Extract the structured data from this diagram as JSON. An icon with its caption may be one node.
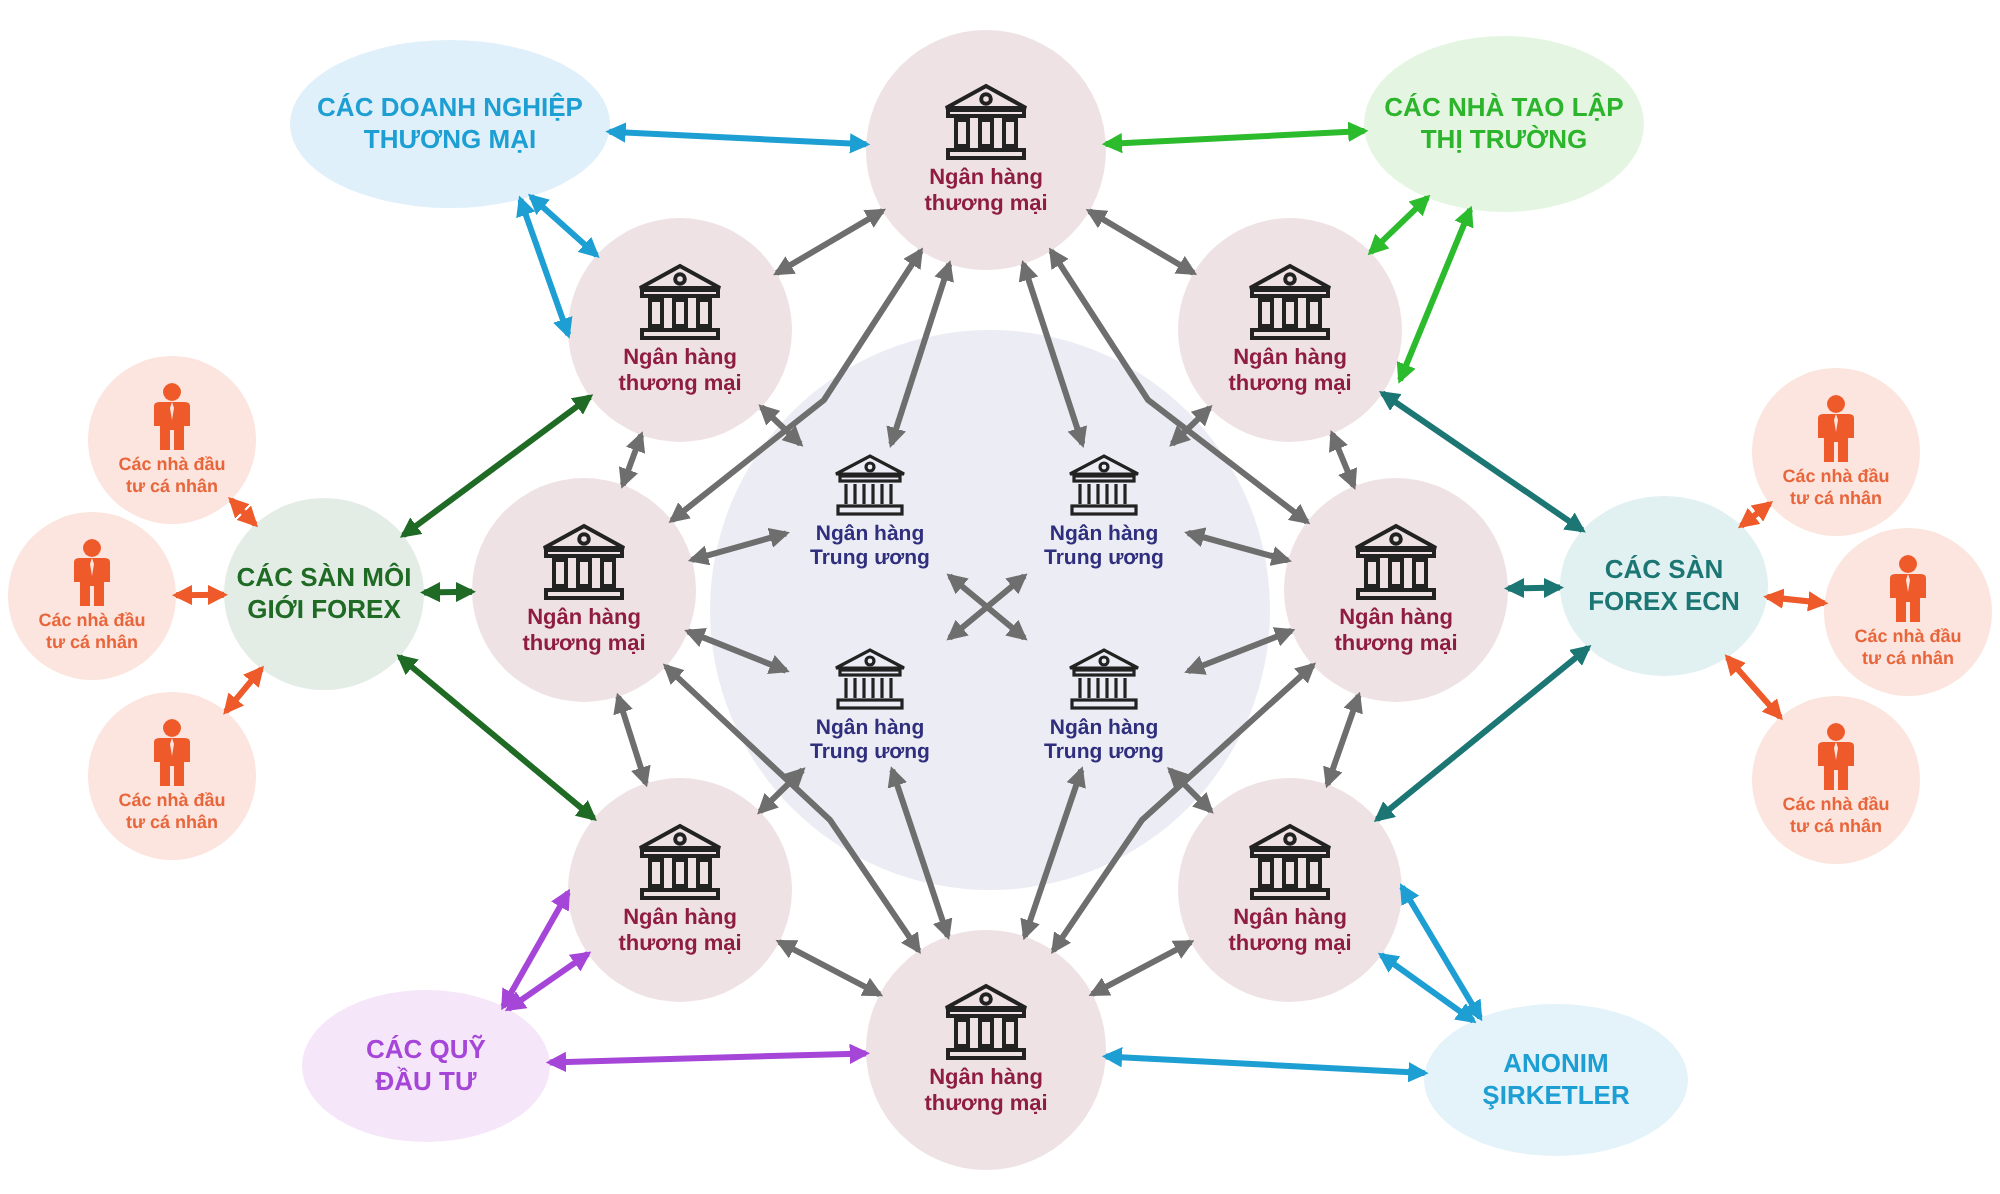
{
  "diagram": {
    "nodes": [
      {
        "text": [
          "CÁC DOANH NGHIỆP THƯƠNG MẠI"
        ]
      },
      {
        "text": [
          "CÁC NHÀ TAO LẬP THỊ TRƯỜNG"
        ]
      },
      {
        "text": [
          "Ngân hàng thương mại"
        ]
      },
      {
        "text": [
          "Ngân hàng thương mại"
        ]
      },
      {
        "text": [
          "Ngân hàng thương mại"
        ]
      },
      {
        "text": [
          "Ngân hàng thương mại"
        ]
      },
      {
        "text": [
          "Ngân hàng thương mại"
        ]
      },
      {
        "text": [
          "Ngân hàng thương mại"
        ]
      },
      {
        "text": [
          "Ngân hàng thương mại"
        ]
      },
      {
        "text": [
          "Ngân hàng thương mại"
        ]
      },
      {
        "text": [],
        "shape": "circle"
      },
      {
        "text": [
          "Ngân hàng Trung ương"
        ],
        "in": 10
      },
      {
        "text": [
          "Ngân hàng Trung ương"
        ],
        "in": 10
      },
      {
        "text": [
          "Ngân hàng Trung ương"
        ],
        "in": 10
      },
      {
        "text": [
          "Ngân hàng Trung ương"
        ],
        "in": 10
      },
      {
        "text": [
          "CÁC SÀN MÔI GIỚI FOREX"
        ]
      },
      {
        "text": [
          "CÁC SÀN FOREX ECN"
        ]
      },
      {
        "text": [
          "CÁC QUỸ ĐẦU TƯ"
        ]
      },
      {
        "text": [
          "ANONIM ŞIRKETLER"
        ]
      },
      {
        "text": [
          "Các nhà đầu tư cá nhân"
        ]
      },
      {
        "text": [
          "Các nhà đầu tư cá nhân"
        ]
      },
      {
        "text": [
          "Các nhà đầu tư cá nhân"
        ]
      },
      {
        "text": [
          "Các nhà đầu tư cá nhân"
        ]
      },
      {
        "text": [
          "Các nhà đầu tư cá nhân"
        ]
      },
      {
        "text": [
          "Các nhà đầu tư cá nhân"
        ]
      }
    ],
    "edges": [
      {
        "from": 0,
        "to": 2,
        "arrow": "both",
        "color": "#1e9fd3"
      },
      {
        "from": 0,
        "to": 3,
        "arrow": "both",
        "color": "#1e9fd3"
      },
      {
        "from": 0,
        "to": 3,
        "arrow": "both",
        "color": "#1e9fd3"
      },
      {
        "from": 1,
        "to": 2,
        "arrow": "both",
        "color": "#2cbb2c"
      },
      {
        "from": 1,
        "to": 4,
        "arrow": "both",
        "color": "#2cbb2c"
      },
      {
        "from": 1,
        "to": 4,
        "arrow": "both",
        "color": "#2cbb2c"
      },
      {
        "from": 15,
        "to": 3,
        "arrow": "both",
        "color": "#1f6b25"
      },
      {
        "from": 15,
        "to": 5,
        "arrow": "both",
        "color": "#1f6b25"
      },
      {
        "from": 15,
        "to": 7,
        "arrow": "both",
        "color": "#1f6b25"
      },
      {
        "from": 16,
        "to": 4,
        "arrow": "both",
        "color": "#1b7674"
      },
      {
        "from": 16,
        "to": 6,
        "arrow": "both",
        "color": "#1b7674"
      },
      {
        "from": 16,
        "to": 8,
        "arrow": "both",
        "color": "#1b7674"
      },
      {
        "from": 17,
        "to": 7,
        "arrow": "both",
        "color": "#a646d8"
      },
      {
        "from": 17,
        "to": 9,
        "arrow": "both",
        "color": "#a646d8"
      },
      {
        "from": 17,
        "to": 7,
        "arrow": "both",
        "color": "#a646d8"
      },
      {
        "from": 18,
        "to": 8,
        "arrow": "both",
        "color": "#1e9fd3"
      },
      {
        "from": 18,
        "to": 9,
        "arrow": "both",
        "color": "#1e9fd3"
      },
      {
        "from": 18,
        "to": 8,
        "arrow": "both",
        "color": "#1e9fd3"
      },
      {
        "from": 19,
        "to": 15,
        "arrow": "both",
        "color": "#ee5a2a"
      },
      {
        "from": 20,
        "to": 15,
        "arrow": "both",
        "color": "#ee5a2a"
      },
      {
        "from": 21,
        "to": 15,
        "arrow": "both",
        "color": "#ee5a2a"
      },
      {
        "from": 22,
        "to": 16,
        "arrow": "both",
        "color": "#ee5a2a"
      },
      {
        "from": 23,
        "to": 16,
        "arrow": "both",
        "color": "#ee5a2a"
      },
      {
        "from": 24,
        "to": 16,
        "arrow": "both",
        "color": "#ee5a2a"
      },
      {
        "from": 2,
        "to": 3,
        "arrow": "both"
      },
      {
        "from": 2,
        "to": 4,
        "arrow": "both"
      },
      {
        "from": 2,
        "to": 5,
        "arrow": "both"
      },
      {
        "from": 2,
        "to": 6,
        "arrow": "both"
      },
      {
        "from": 2,
        "to": 11,
        "arrow": "both"
      },
      {
        "from": 2,
        "to": 12,
        "arrow": "both"
      },
      {
        "from": 3,
        "to": 5,
        "arrow": "both"
      },
      {
        "from": 3,
        "to": 11,
        "arrow": "both"
      },
      {
        "from": 4,
        "to": 6,
        "arrow": "both"
      },
      {
        "from": 4,
        "to": 12,
        "arrow": "both"
      },
      {
        "from": 5,
        "to": 11,
        "arrow": "both"
      },
      {
        "from": 5,
        "to": 13,
        "arrow": "both"
      },
      {
        "from": 6,
        "to": 12,
        "arrow": "both"
      },
      {
        "from": 6,
        "to": 14,
        "arrow": "both"
      },
      {
        "from": 9,
        "to": 5,
        "arrow": "both"
      },
      {
        "from": 9,
        "to": 6,
        "arrow": "both"
      },
      {
        "from": 7,
        "to": 5,
        "arrow": "both"
      },
      {
        "from": 7,
        "to": 13,
        "arrow": "both"
      },
      {
        "from": 7,
        "to": 9,
        "arrow": "both"
      },
      {
        "from": 8,
        "to": 6,
        "arrow": "both"
      },
      {
        "from": 8,
        "to": 14,
        "arrow": "both"
      },
      {
        "from": 8,
        "to": 9,
        "arrow": "both"
      },
      {
        "from": 9,
        "to": 13,
        "arrow": "both"
      },
      {
        "from": 9,
        "to": 14,
        "arrow": "both"
      },
      {
        "from": 11,
        "to": 14,
        "arrow": "both"
      },
      {
        "from": 12,
        "to": 13,
        "arrow": "both"
      }
    ]
  }
}
